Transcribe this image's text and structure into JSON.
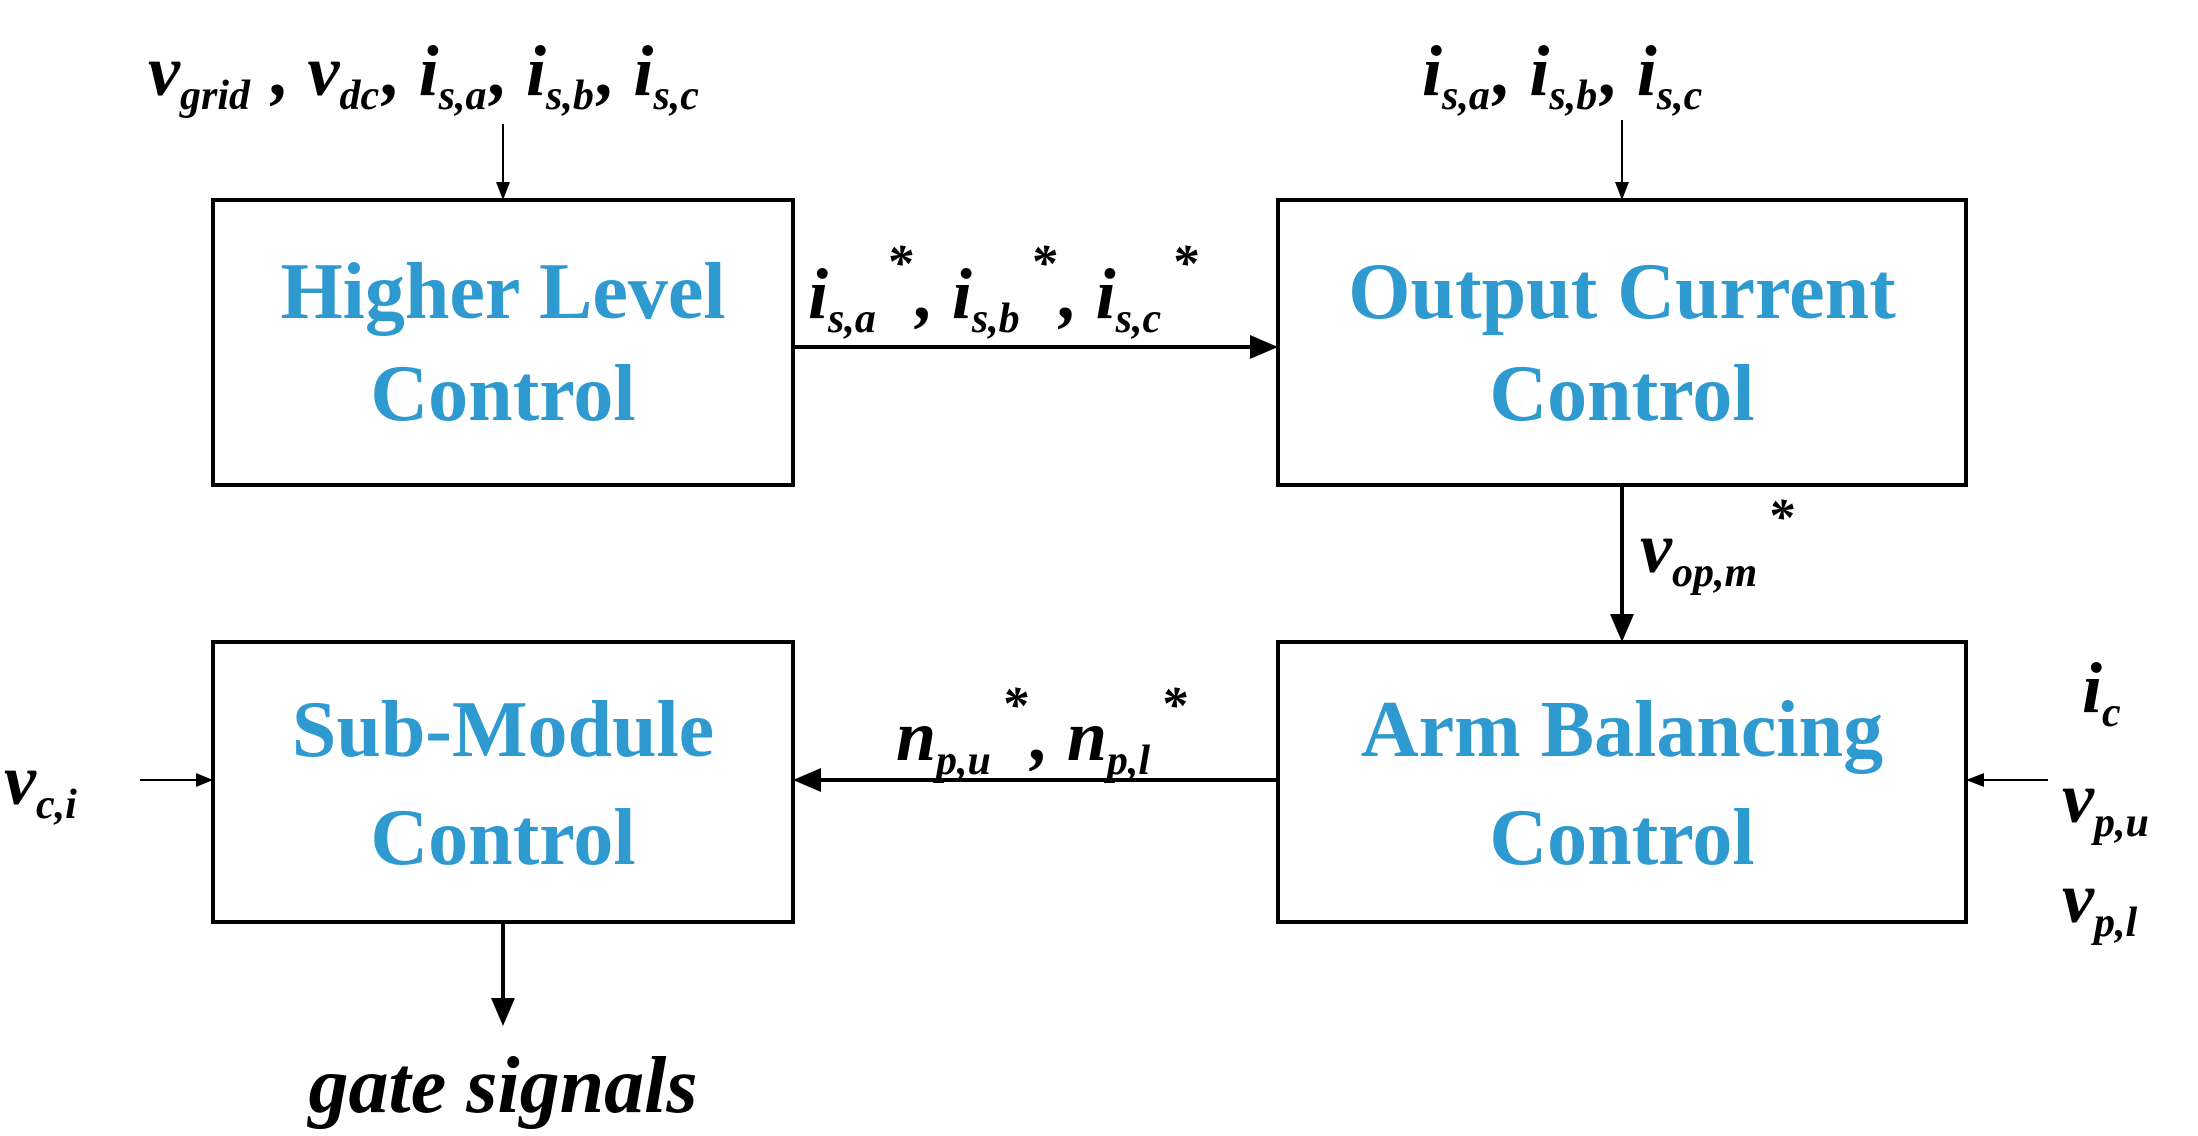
{
  "blocks": {
    "higher_level_control": {
      "line1": "Higher Level",
      "line2": "Control"
    },
    "output_current_control": {
      "line1": "Output Current",
      "line2": "Control"
    },
    "sub_module_control": {
      "line1": "Sub-Module",
      "line2": "Control"
    },
    "arm_balancing_control": {
      "line1": "Arm Balancing",
      "line2": "Control"
    }
  },
  "signals": {
    "higher_inputs": [
      {
        "base": "v",
        "sub": "grid",
        "sep": " ,"
      },
      {
        "base": "v",
        "sub": "dc",
        "sep": ","
      },
      {
        "base": "i",
        "sub": "s,a",
        "sep": ","
      },
      {
        "base": "i",
        "sub": "s,b",
        "sep": ","
      },
      {
        "base": "i",
        "sub": "s,c",
        "sep": ""
      }
    ],
    "output_current_inputs": [
      {
        "base": "i",
        "sub": "s,a",
        "sep": ","
      },
      {
        "base": "i",
        "sub": "s,b",
        "sep": ","
      },
      {
        "base": "i",
        "sub": "s,c",
        "sep": ""
      }
    ],
    "current_references": [
      {
        "base": "i",
        "sub": "s,a",
        "sup": "*",
        "sep": ","
      },
      {
        "base": "i",
        "sub": "s,b",
        "sup": "*",
        "sep": ","
      },
      {
        "base": "i",
        "sub": "s,c",
        "sup": "*",
        "sep": ""
      }
    ],
    "voltage_reference": {
      "base": "v",
      "sub": "op,m",
      "sup": "*"
    },
    "insertion_references": [
      {
        "base": "n",
        "sub": "p,u",
        "sup": "*",
        "sep": ","
      },
      {
        "base": "n",
        "sub": "p,l",
        "sup": "*",
        "sep": ""
      }
    ],
    "arm_inputs": [
      {
        "base": "i",
        "sub": "c"
      },
      {
        "base": "v",
        "sub": "p,u"
      },
      {
        "base": "v",
        "sub": "p,l"
      }
    ],
    "capacitor_voltage": {
      "base": "v",
      "sub": "c,i"
    },
    "output": "gate signals"
  }
}
